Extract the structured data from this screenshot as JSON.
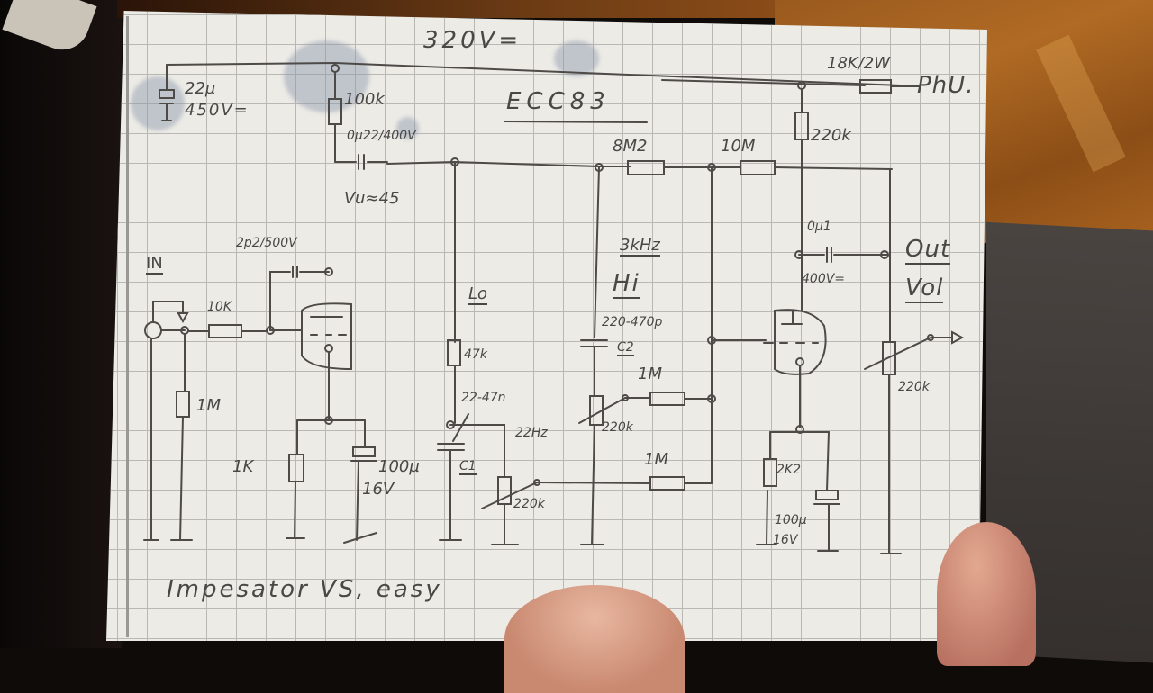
{
  "title": "Impesator VS, easy",
  "supply": {
    "voltage": "320V=",
    "dropper": "18K/2W",
    "source": "PhU."
  },
  "tube": "ECC83",
  "gain_note": "Vu≈45",
  "input": {
    "label": "IN",
    "series_resistor": "10K",
    "grid_leak": "1M",
    "feedback_cap": "2p2/500V"
  },
  "stage1": {
    "plate_resistor": "100k",
    "cathode_resistor": "1K",
    "cathode_cap": "100µ",
    "cathode_cap_voltage": "16V",
    "coupling_cap": "0µ22/400V",
    "supply_filter_cap": "22µ",
    "supply_filter_voltage": "450V="
  },
  "lo_section": {
    "label": "Lo",
    "resistor": "47k",
    "cap_range": "22-47n",
    "cap_name": "C1",
    "freq": "22Hz",
    "pot": "220k",
    "mix_resistor": "1M"
  },
  "hi_section": {
    "freq": "3kHz",
    "label": "Hi",
    "cap_range": "220-470p",
    "cap_name": "C2",
    "pot": "220k",
    "mix_resistor": "1M"
  },
  "feedback": {
    "r1": "8M2",
    "r2": "10M"
  },
  "stage2": {
    "plate_resistor": "220k",
    "cathode_resistor": "2K2",
    "cathode_cap": "100µ",
    "cathode_cap_voltage": "16V",
    "output_cap": "0µ1",
    "output_cap_voltage": "400V="
  },
  "output": {
    "label_top": "Out",
    "label_bottom": "Vol",
    "pot": "220k"
  }
}
